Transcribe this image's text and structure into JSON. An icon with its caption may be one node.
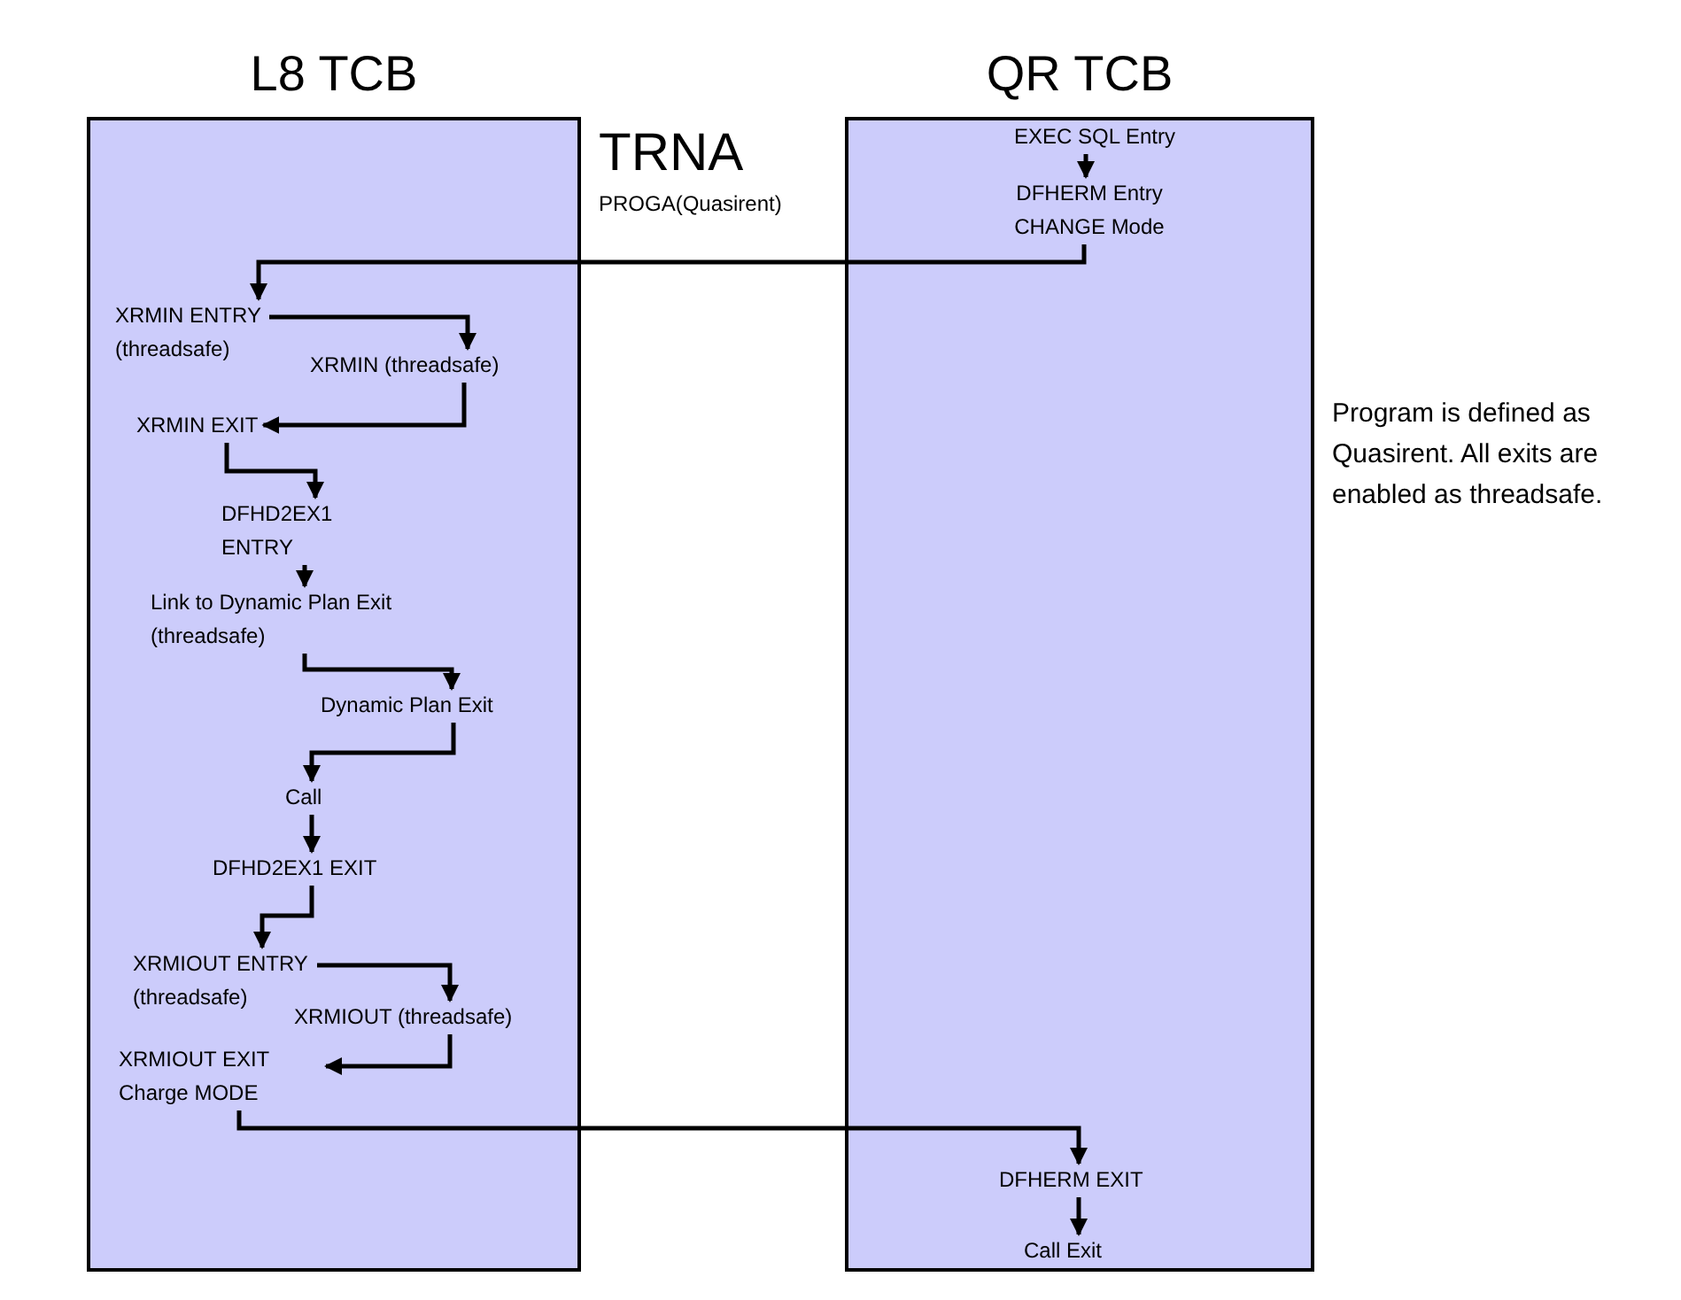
{
  "diagram": {
    "nodes": [
      {
        "text": [
          "L8 TCB"
        ]
      },
      {
        "text": [
          "QR TCB"
        ]
      },
      {
        "text": [
          "EXEC SQL Entry"
        ],
        "in": 1
      },
      {
        "text": [
          "DFHERM Entry CHANGE Mode"
        ],
        "in": 1
      },
      {
        "text": [
          "XRMIN ENTRY (threadsafe)"
        ],
        "in": 0
      },
      {
        "text": [
          "XRMIN (threadsafe)"
        ],
        "in": 0
      },
      {
        "text": [
          "XRMIN EXIT"
        ],
        "in": 0
      },
      {
        "text": [
          "DFHD2EX1 ENTRY"
        ],
        "in": 0
      },
      {
        "text": [
          "Link to Dynamic Plan Exit (threadsafe)"
        ],
        "in": 0
      },
      {
        "text": [
          "Dynamic Plan Exit"
        ],
        "in": 0
      },
      {
        "text": [
          "Call"
        ],
        "in": 0
      },
      {
        "text": [
          "DFHD2EX1 EXIT"
        ],
        "in": 0
      },
      {
        "text": [
          "XRMIOUT ENTRY (threadsafe)"
        ],
        "in": 0
      },
      {
        "text": [
          "XRMIOUT (threadsafe)"
        ],
        "in": 0
      },
      {
        "text": [
          "XRMIOUT EXIT Charge MODE"
        ],
        "in": 0
      },
      {
        "text": [
          "DFHERM EXIT"
        ],
        "in": 1
      },
      {
        "text": [
          "Call Exit"
        ],
        "in": 1
      }
    ],
    "edges": [
      {
        "from": 2,
        "to": 3,
        "arrow": "to"
      },
      {
        "from": 3,
        "to": 4,
        "arrow": "to"
      },
      {
        "from": 4,
        "to": 5,
        "arrow": "to"
      },
      {
        "from": 5,
        "to": 6,
        "arrow": "to"
      },
      {
        "from": 6,
        "to": 7,
        "arrow": "to"
      },
      {
        "from": 7,
        "to": 8,
        "arrow": "to"
      },
      {
        "from": 8,
        "to": 9,
        "arrow": "to"
      },
      {
        "from": 9,
        "to": 10,
        "arrow": "to"
      },
      {
        "from": 10,
        "to": 11,
        "arrow": "to"
      },
      {
        "from": 11,
        "to": 12,
        "arrow": "to"
      },
      {
        "from": 12,
        "to": 13,
        "arrow": "to"
      },
      {
        "from": 13,
        "to": 14,
        "arrow": "to"
      },
      {
        "from": 14,
        "to": 15,
        "arrow": "to"
      },
      {
        "from": 15,
        "to": 16,
        "arrow": "to"
      }
    ],
    "labels": [
      "TRNA",
      "PROGA(Quasirent)",
      "Program is defined as Quasirent. All exits are enabled as threadsafe."
    ]
  }
}
